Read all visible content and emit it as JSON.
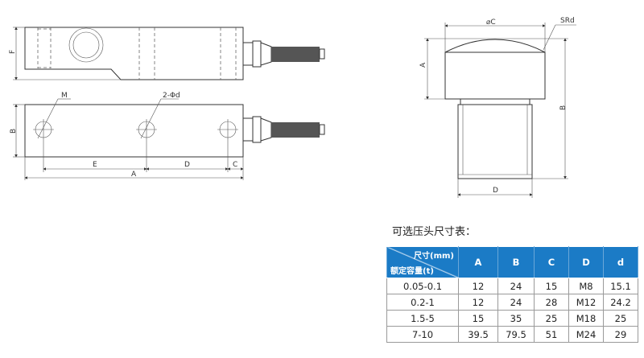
{
  "drawing_labels": {
    "F": "F",
    "B_left": "B",
    "M": "M",
    "d2": "2-Φd",
    "E": "E",
    "D_left": "D",
    "C_left": "C",
    "A_left": "A",
    "phiC": "⌀C",
    "SRd": "SRd",
    "A_right": "A",
    "B_right": "B",
    "D_right": "D"
  },
  "table_title": "可选压头尺寸表：",
  "table": {
    "diag_top": "尺寸(mm)",
    "diag_bottom": "额定容量(t)",
    "columns": [
      "A",
      "B",
      "C",
      "D",
      "d"
    ],
    "rows": [
      [
        "0.05-0.1",
        "12",
        "24",
        "15",
        "M8",
        "15.1"
      ],
      [
        "0.2-1",
        "12",
        "24",
        "28",
        "M12",
        "24.2"
      ],
      [
        "1.5-5",
        "15",
        "35",
        "25",
        "M18",
        "25"
      ],
      [
        "7-10",
        "39.5",
        "79.5",
        "51",
        "M24",
        "29"
      ]
    ]
  },
  "colors": {
    "header": "#1b7bc6"
  }
}
